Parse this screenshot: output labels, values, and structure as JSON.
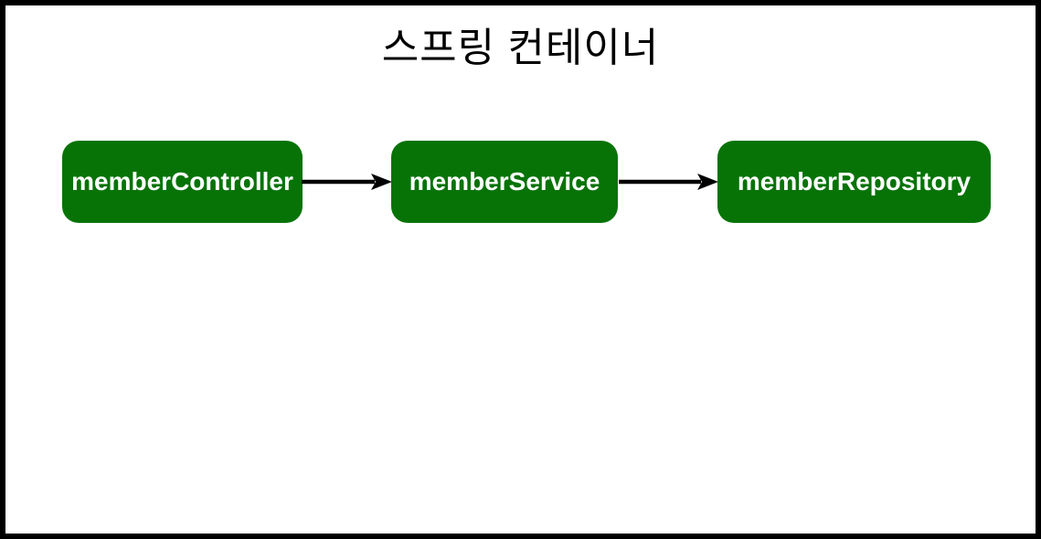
{
  "canvas": {
    "background_color": "#ffffff",
    "border_color": "#000000"
  },
  "title": "스프링 컨테이너",
  "diagram": {
    "type": "flow",
    "node_fill_color": "#077307",
    "node_text_color": "#ffffff",
    "arrow_color": "#000000",
    "nodes": [
      {
        "id": "memberController",
        "label": "memberController"
      },
      {
        "id": "memberService",
        "label": "memberService"
      },
      {
        "id": "memberRepository",
        "label": "memberRepository"
      }
    ],
    "edges": [
      {
        "from": "memberController",
        "to": "memberService"
      },
      {
        "from": "memberService",
        "to": "memberRepository"
      }
    ]
  }
}
